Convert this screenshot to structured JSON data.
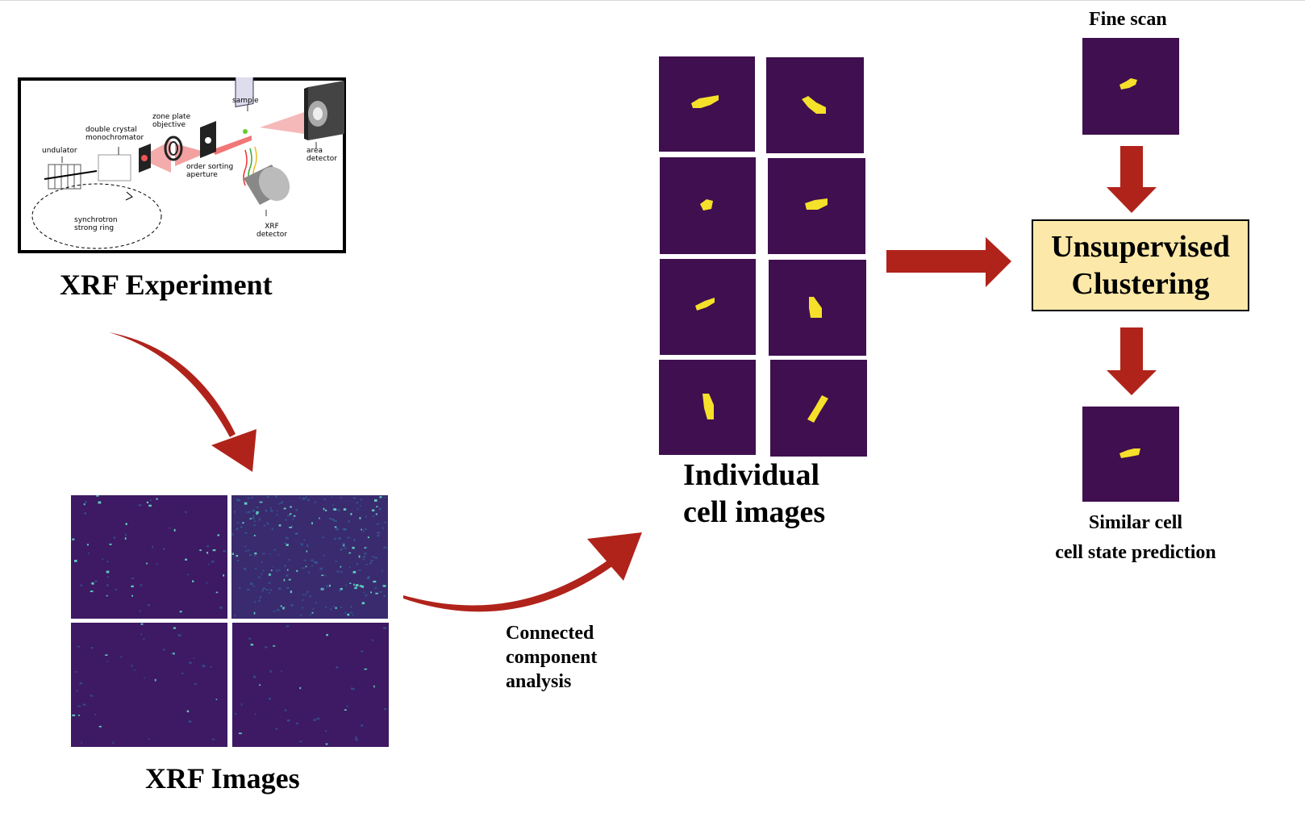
{
  "xrf_experiment": {
    "caption": "XRF Experiment",
    "labels": {
      "sample": "sample",
      "zone_plate": "zone plate",
      "objective": "objective",
      "double_crystal": "double crystal",
      "monochromator": "monochromator",
      "undulator": "undulator",
      "order_sorting": "order sorting",
      "aperture": "aperture",
      "area": "area",
      "detector": "detector",
      "synchrotron": "synchrotron",
      "strong_ring": "strong ring",
      "xrf": "XRF",
      "xrf_detector": "detector"
    }
  },
  "xrf_images": {
    "caption": "XRF Images"
  },
  "connected_component": {
    "line1": "Connected",
    "line2": "component",
    "line3": "analysis"
  },
  "individual_cells": {
    "line1": "Individual",
    "line2": "cell images"
  },
  "fine_scan": {
    "caption": "Fine scan"
  },
  "clustering": {
    "line1": "Unsupervised",
    "line2": "Clustering"
  },
  "similar_cell": {
    "line1": "Similar cell",
    "line2": "cell state prediction"
  },
  "colors": {
    "arrow": "#b0231b",
    "cell_bg": "#3f0f4f",
    "cell_blob": "#f5e02a",
    "xrf_bg": "#3d1a63",
    "cluster_fill": "#fce8a8"
  }
}
